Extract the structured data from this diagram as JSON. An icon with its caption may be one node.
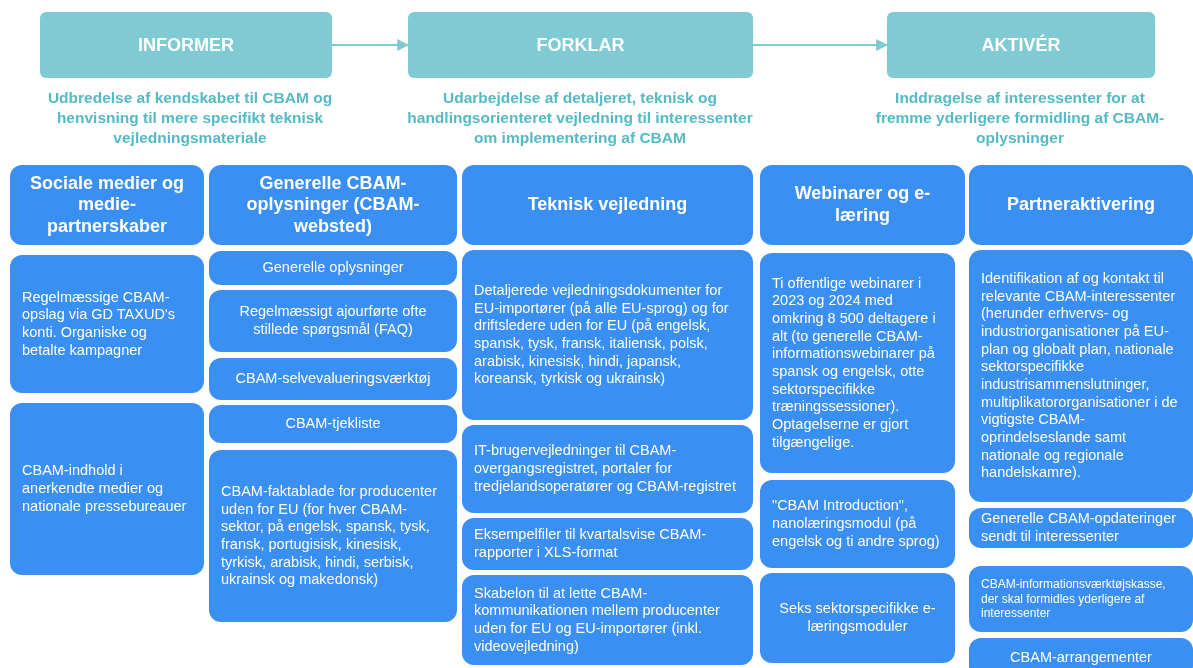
{
  "diagram": {
    "nodes": [
      {
        "text": [
          "INFORMER"
        ],
        "beside": [
          "Udbredelse af kendskabet til CBAM og henvisning til mere specifikt teknisk vejledningsmateriale"
        ]
      },
      {
        "text": [
          "FORKLAR"
        ],
        "beside": [
          "Udarbejdelse af detaljeret, teknisk og handlingsorienteret vejledning til interessenter om implementering af CBAM"
        ]
      },
      {
        "text": [
          "AKTIVÉR"
        ],
        "beside": [
          "Inddragelse af interessenter for at fremme yderligere formidling af CBAM-oplysninger"
        ]
      },
      {
        "text": [
          "Sociale medier og medie-partnerskaber"
        ]
      },
      {
        "text": [
          "Generelle CBAM-oplysninger (CBAM-websted)"
        ]
      },
      {
        "text": [
          "Teknisk vejledning"
        ]
      },
      {
        "text": [
          "Webinarer og e-læring"
        ]
      },
      {
        "text": [
          "Partneraktivering"
        ]
      },
      {
        "text": [
          "Regelmæssige CBAM-opslag via GD TAXUD's konti. Organiske og betalte kampagner"
        ]
      },
      {
        "text": [
          "CBAM-indhold i anerkendte medier og nationale pressebureauer"
        ]
      },
      {
        "text": [
          "Generelle oplysninger"
        ]
      },
      {
        "text": [
          "Regelmæssigt ajourførte ofte stillede spørgsmål (FAQ)"
        ]
      },
      {
        "text": [
          "CBAM-selvevalueringsværktøj"
        ]
      },
      {
        "text": [
          "CBAM-tjekliste"
        ]
      },
      {
        "text": [
          "CBAM-faktablade for producenter uden for EU (for hver CBAM-sektor, på engelsk, spansk, tysk, fransk, portugisisk, kinesisk, tyrkisk, arabisk, hindi, serbisk, ukrainsk og makedonsk)"
        ]
      },
      {
        "text": [
          "Detaljerede vejledningsdokumenter for EU-importører (på alle EU-sprog) og for driftsledere uden for EU (på engelsk, spansk, tysk, fransk, italiensk, polsk, arabisk, kinesisk, hindi, japansk, koreansk, tyrkisk og ukrainsk)"
        ]
      },
      {
        "text": [
          "IT-brugervejledninger til CBAM-overgangsregistret, portaler for tredjelandsoperatører og CBAM-registret"
        ]
      },
      {
        "text": [
          "Eksempelfiler til kvartalsvise CBAM-rapporter i XLS-format"
        ]
      },
      {
        "text": [
          "Skabelon til at lette CBAM-kommunikationen mellem producenter uden for EU og EU-importører (inkl. videovejledning)"
        ]
      },
      {
        "text": [
          "Ti offentlige webinarer i 2023 og 2024 med omkring 8 500 deltagere i alt (to generelle CBAM-informationswebinarer på spansk og engelsk, otte sektorspecifikke træningssessioner). Optagelserne er gjort tilgængelige."
        ]
      },
      {
        "text": [
          "\"CBAM Introduction\", nanolæringsmodul (på engelsk og ti andre sprog)"
        ]
      },
      {
        "text": [
          "Seks sektorspecifikke e-læringsmoduler"
        ]
      },
      {
        "text": [
          "Identifikation af og kontakt til relevante CBAM-interessenter (herunder erhvervs- og industriorganisationer på EU-plan og globalt plan, nationale sektorspecifikke industrisammenslutninger, multiplikatororganisationer i de vigtigste CBAM-oprindelseslande samt nationale og regionale handelskamre)."
        ]
      },
      {
        "text": [
          "Generelle CBAM-opdateringer sendt til interessenter"
        ]
      },
      {
        "text": [
          "CBAM-informationsværktøjskasse, der skal formidles yderligere af interessenter"
        ]
      },
      {
        "text": [
          "CBAM-arrangementer"
        ]
      }
    ],
    "edges": [
      {
        "from": 0,
        "to": 1,
        "arrow": "to"
      },
      {
        "from": 1,
        "to": 2,
        "arrow": "to"
      }
    ]
  }
}
